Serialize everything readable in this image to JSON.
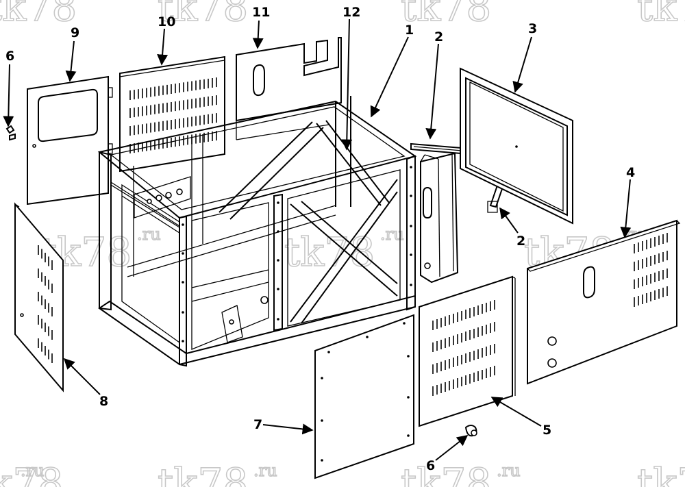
{
  "watermark": {
    "text": "tk78",
    "suffix": ".ru"
  },
  "callouts": [
    {
      "id": "1",
      "label": "1"
    },
    {
      "id": "2a",
      "label": "2"
    },
    {
      "id": "2b",
      "label": "2"
    },
    {
      "id": "3",
      "label": "3"
    },
    {
      "id": "4",
      "label": "4"
    },
    {
      "id": "5",
      "label": "5"
    },
    {
      "id": "6a",
      "label": "6"
    },
    {
      "id": "6b",
      "label": "6"
    },
    {
      "id": "7",
      "label": "7"
    },
    {
      "id": "8",
      "label": "8"
    },
    {
      "id": "9",
      "label": "9"
    },
    {
      "id": "10",
      "label": "10"
    },
    {
      "id": "11",
      "label": "11"
    },
    {
      "id": "12",
      "label": "12"
    }
  ]
}
